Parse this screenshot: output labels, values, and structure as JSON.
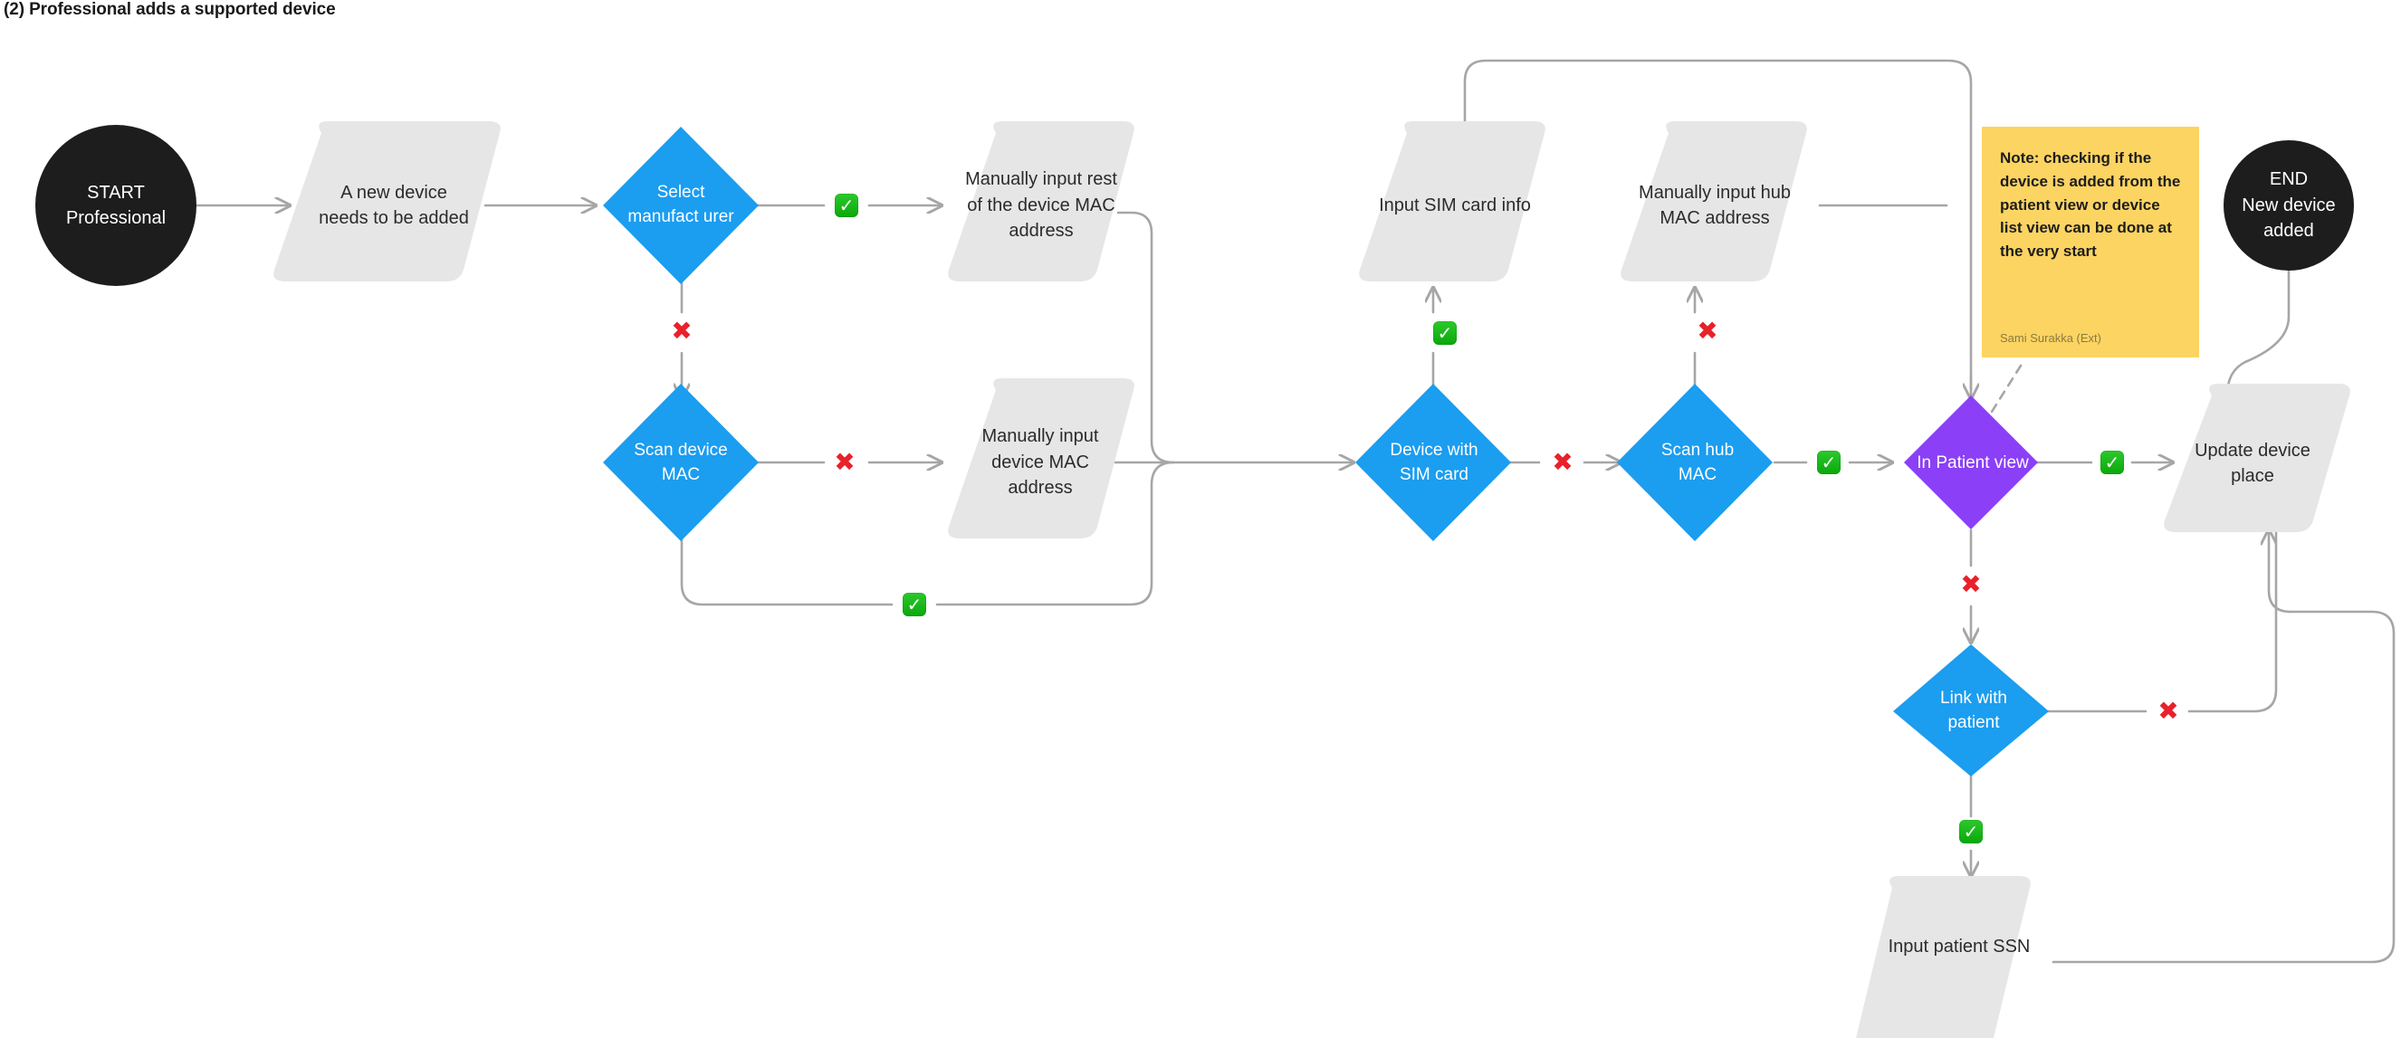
{
  "title": "(2) Professional adds a supported device",
  "colors": {
    "terminal": "#1d1d1d",
    "process": "#e6e6e6",
    "decision_blue": "#1b9df0",
    "decision_purple": "#8b3ff7",
    "note": "#fcd462",
    "connector": "#a6a6a6",
    "yes_marker": "#12b012",
    "no_marker": "#e8212a",
    "text_dark": "#2b2b2b",
    "text_light": "#ffffff"
  },
  "nodes": {
    "start": {
      "line1": "START",
      "line2": "Professional",
      "shape": "circle"
    },
    "new_device": {
      "text": "A new device needs to be added",
      "shape": "parallelogram"
    },
    "select_manufacturer": {
      "text": "Select manufact urer",
      "shape": "diamond"
    },
    "manual_rest_mac": {
      "text": "Manually input rest of the device MAC address",
      "shape": "parallelogram"
    },
    "scan_device_mac": {
      "text": "Scan device MAC",
      "shape": "diamond"
    },
    "manual_device_mac": {
      "text": "Manually input device MAC address",
      "shape": "parallelogram"
    },
    "input_sim": {
      "text": "Input SIM card info",
      "shape": "parallelogram"
    },
    "device_with_sim": {
      "text": "Device with SIM card",
      "shape": "diamond"
    },
    "manual_hub_mac": {
      "text": "Manually input hub MAC address",
      "shape": "parallelogram"
    },
    "scan_hub_mac": {
      "text": "Scan hub MAC",
      "shape": "diamond"
    },
    "in_patient_view": {
      "text": "In Patient view",
      "shape": "diamond"
    },
    "update_device_place": {
      "text": "Update device place",
      "shape": "parallelogram"
    },
    "link_with_patient": {
      "text": "Link with patient",
      "shape": "diamond"
    },
    "input_patient_ssn": {
      "text": "Input patient SSN",
      "shape": "parallelogram"
    },
    "end": {
      "line1": "END",
      "line2": "New device",
      "line3": "added",
      "shape": "circle"
    }
  },
  "note": {
    "text": "Note: checking if the device is added from the patient view or device list view can be done at the very start",
    "author": "Sami Surakka (Ext)"
  },
  "markers": [
    {
      "id": "m1",
      "type": "yes",
      "glyph": "✔"
    },
    {
      "id": "m2",
      "type": "no",
      "glyph": "✖"
    },
    {
      "id": "m3",
      "type": "no",
      "glyph": "✖"
    },
    {
      "id": "m4",
      "type": "yes",
      "glyph": "✔"
    },
    {
      "id": "m5",
      "type": "yes",
      "glyph": "✔"
    },
    {
      "id": "m6",
      "type": "no",
      "glyph": "✖"
    },
    {
      "id": "m7",
      "type": "no",
      "glyph": "✖"
    },
    {
      "id": "m8",
      "type": "yes",
      "glyph": "✔"
    },
    {
      "id": "m9",
      "type": "yes",
      "glyph": "✔"
    },
    {
      "id": "m10",
      "type": "no",
      "glyph": "✖"
    },
    {
      "id": "m11",
      "type": "no",
      "glyph": "✖"
    },
    {
      "id": "m12",
      "type": "yes",
      "glyph": "✔"
    }
  ]
}
